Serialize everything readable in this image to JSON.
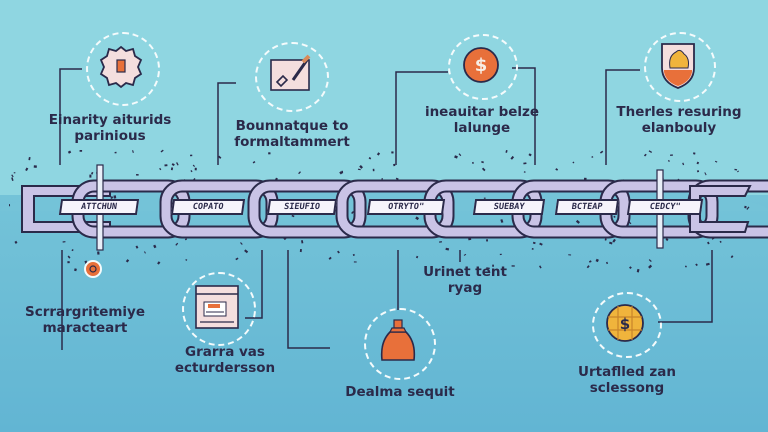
{
  "diagram": {
    "type": "chain-infographic",
    "colors": {
      "background_top": "#8fd6e1",
      "background_bottom": "#62b5d3",
      "ink": "#2b2a4a",
      "chain_fill": "#c9c3e6",
      "accent_orange": "#e8703a",
      "accent_yellow": "#f0b43c",
      "icon_bg": "#f4dede"
    },
    "chain_links": [
      {
        "label": "ATTCHUN"
      },
      {
        "label": "COPATO"
      },
      {
        "label": "SIEUFIO"
      },
      {
        "label": "OTRYTO\""
      },
      {
        "label": "SUEBAY"
      },
      {
        "label": "BCTEAP"
      },
      {
        "label": "CEDCY\""
      }
    ],
    "top_nodes": [
      {
        "icon": "gear-icon",
        "title_line1": "Einarity aiturids",
        "title_line2": "parinious"
      },
      {
        "icon": "document-pen-icon",
        "title_line1": "Bounnatque to",
        "title_line2": "formaltammert"
      },
      {
        "icon": "dollar-coin-icon",
        "title_line1": "ineauitar belze",
        "title_line2": "lalunge"
      },
      {
        "icon": "shield-icon",
        "title_line1": "Therles resuring",
        "title_line2": "elanbouly"
      }
    ],
    "bottom_nodes": [
      {
        "icon": "pin-marker-icon",
        "title_line1": "Scrrargritemiye",
        "title_line2": "maracteart"
      },
      {
        "icon": "browser-window-icon",
        "title_line1": "Grarra vas",
        "title_line2": "ecturdersson"
      },
      {
        "icon": "bottle-icon",
        "title_line1": "Dealma sequit",
        "title_line2": ""
      },
      {
        "icon": "dollar-globe-icon",
        "title_line1": "Urtaflled zan",
        "title_line2": "sclessong"
      }
    ],
    "middle_label": {
      "line1": "Urinet tent",
      "line2": "ryag"
    }
  }
}
